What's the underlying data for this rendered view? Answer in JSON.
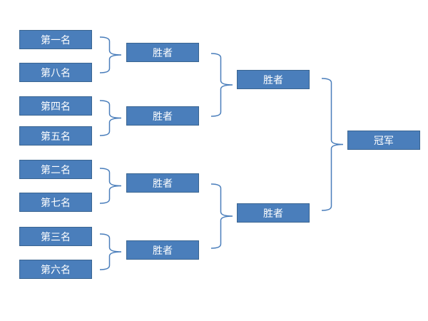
{
  "round1": [
    "第一名",
    "第八名",
    "第四名",
    "第五名",
    "第二名",
    "第七名",
    "第三名",
    "第六名"
  ],
  "round2": [
    "胜者",
    "胜者",
    "胜者",
    "胜者"
  ],
  "round3": [
    "胜者",
    "胜者"
  ],
  "final": "冠军",
  "colors": {
    "box": "#4a7ebb",
    "border": "#3a6591",
    "brace": "#4a7ebb"
  }
}
